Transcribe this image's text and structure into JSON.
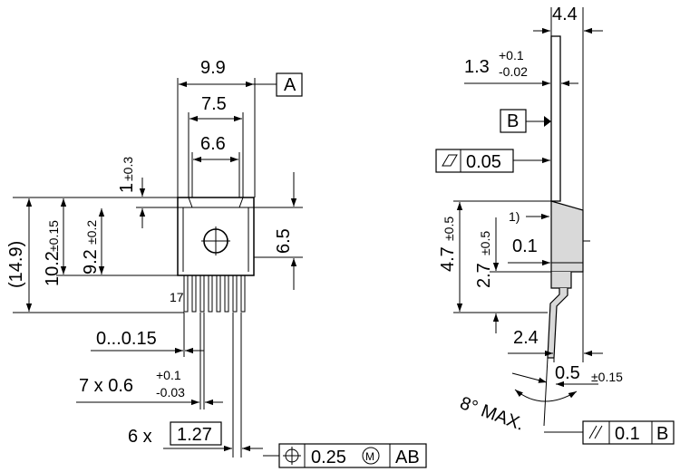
{
  "front": {
    "w_overall": "9.9",
    "w_mid": "7.5",
    "w_inner": "6.6",
    "datum_a": "A",
    "h_small": "1",
    "h_small_tol": "±0.3",
    "h_total": "(14.9)",
    "h_102": "10.2",
    "h_102_tol": "±0.15",
    "h_92": "9.2",
    "h_92_tol": "±0.2",
    "h_65": "6.5",
    "pin_label": "17",
    "offset": "0...0.15",
    "pin_width_prefix": "7 x 0.6",
    "pin_width_tol_plus": "+0.1",
    "pin_width_tol_minus": "-0.03",
    "pitch_prefix": "6 x",
    "pitch_value": "1.27",
    "pos_tol_value": "0.25",
    "pos_tol_modifier": "M",
    "pos_tol_datums": "AB"
  },
  "side": {
    "w_overall": "4.4",
    "w_tab": "1.3",
    "w_tab_tol_plus": "+0.1",
    "w_tab_tol_minus": "-0.02",
    "datum_b": "B",
    "flatness_value": "0.05",
    "h_47": "4.7",
    "h_47_tol": "±0.5",
    "h_27": "2.7",
    "h_27_tol": "±0.5",
    "note_ref": "1)",
    "gap": "0.1",
    "lead_len": "2.4",
    "lead_thk": "0.5",
    "lead_thk_tol": "±0.15",
    "angle": "8° MAX.",
    "parallel_value": "0.1",
    "parallel_datum": "B"
  },
  "icons": [
    "flatness-icon",
    "parallelism-icon",
    "position-icon",
    "max-material-icon"
  ]
}
